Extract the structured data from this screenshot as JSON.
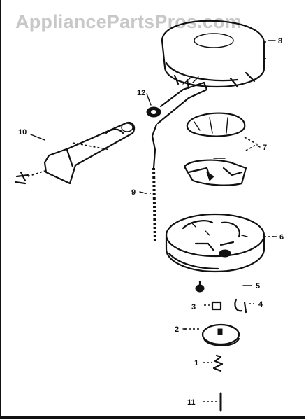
{
  "watermark": "AppliancePartsPros.com",
  "callouts": {
    "c1": "1",
    "c2": "2",
    "c3": "3",
    "c4": "4",
    "c5": "5",
    "c6": "6",
    "c7": "7",
    "c8": "8",
    "c9": "9",
    "c10": "10",
    "c11": "11",
    "c12": "12"
  },
  "colors": {
    "ink": "#111111",
    "watermark": "#c8c8c8",
    "background": "#ffffff"
  }
}
